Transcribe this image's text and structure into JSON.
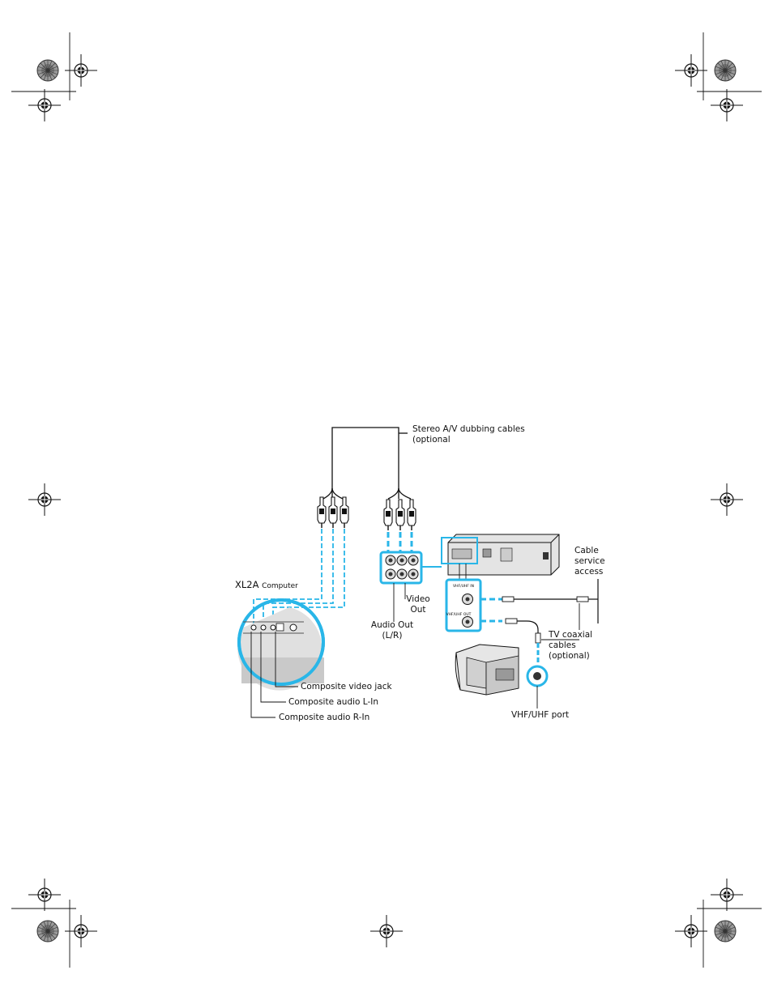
{
  "colors": {
    "accent": "#29b6e8",
    "line": "#111111",
    "device": "#d8d8d8",
    "device_dark": "#555555"
  },
  "diagram": {
    "product_name": "XL2A",
    "product_suffix": "Computer",
    "labels": {
      "dubbing_line1": "Stereo A/V dubbing cables",
      "dubbing_line2": "(optional",
      "cable_service_line1": "Cable",
      "cable_service_line2": "service",
      "cable_service_line3": "access",
      "video_out_line1": "Video",
      "video_out_line2": "Out",
      "audio_out_line1": "Audio Out",
      "audio_out_line2": "(L/R)",
      "tv_coax_line1": "TV coaxial",
      "tv_coax_line2": "cables",
      "tv_coax_line3": "(optional)",
      "composite_video": "Composite video jack",
      "composite_audio_l": "Composite audio L-In",
      "composite_audio_r": "Composite audio R-In",
      "vhf_uhf_port": "VHF/UHF port",
      "vcr_in_small": "VHF/UHF IN",
      "vcr_out_small": "VHF/UHF OUT"
    },
    "icons": [
      "registration-mark-icon",
      "color-wheel-icon",
      "rca-plug-icon",
      "coax-plug-icon",
      "vcr-icon",
      "television-icon"
    ]
  }
}
